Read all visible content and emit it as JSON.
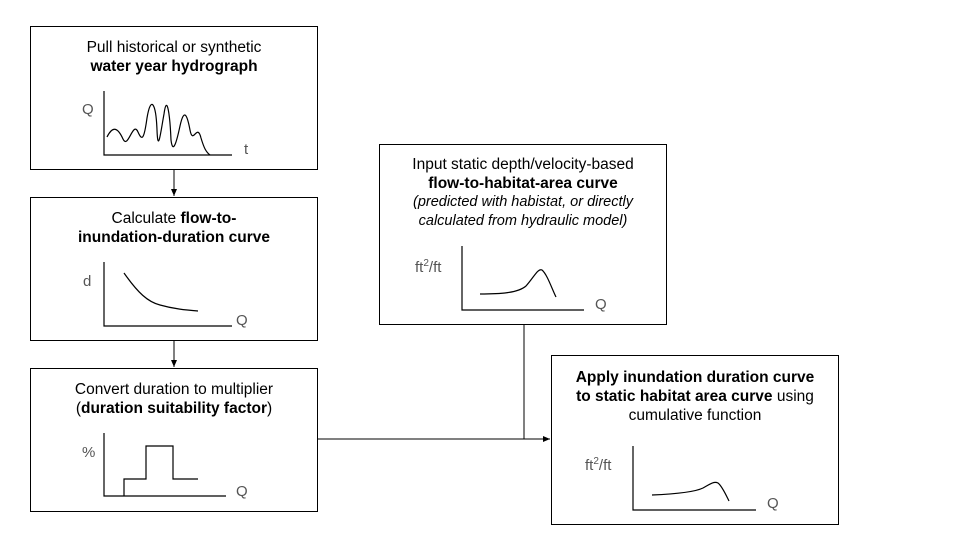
{
  "boxes": {
    "hydrograph": {
      "line1": "Pull historical or synthetic",
      "line2": "water year hydrograph",
      "ylabel": "Q",
      "xlabel": "t"
    },
    "duration_curve": {
      "pre": "Calculate ",
      "bold1": "flow-to-",
      "bold2": "inundation-duration curve",
      "ylabel": "d",
      "xlabel": "Q"
    },
    "suitability": {
      "line1": "Convert duration to multiplier",
      "open_paren": "(",
      "bold": "duration suitability factor",
      "close_paren": ")",
      "ylabel": "%",
      "xlabel": "Q"
    },
    "habitat_curve": {
      "line1": "Input static depth/velocity-based",
      "bold": "flow-to-habitat-area curve",
      "italic1": "(predicted with habistat, or directly",
      "italic2": "calculated from hydraulic model)",
      "ylabel_base": "ft",
      "ylabel_sup": "2",
      "ylabel_tail": "/ft",
      "xlabel": "Q"
    },
    "apply": {
      "bold1": "Apply inundation duration curve",
      "bold2": "to static habitat area curve",
      "tail2": " using",
      "line3": "cumulative function",
      "ylabel_base": "ft",
      "ylabel_sup": "2",
      "ylabel_tail": "/ft",
      "xlabel": "Q"
    }
  },
  "colors": {
    "line": "#000000",
    "label": "#555555"
  }
}
